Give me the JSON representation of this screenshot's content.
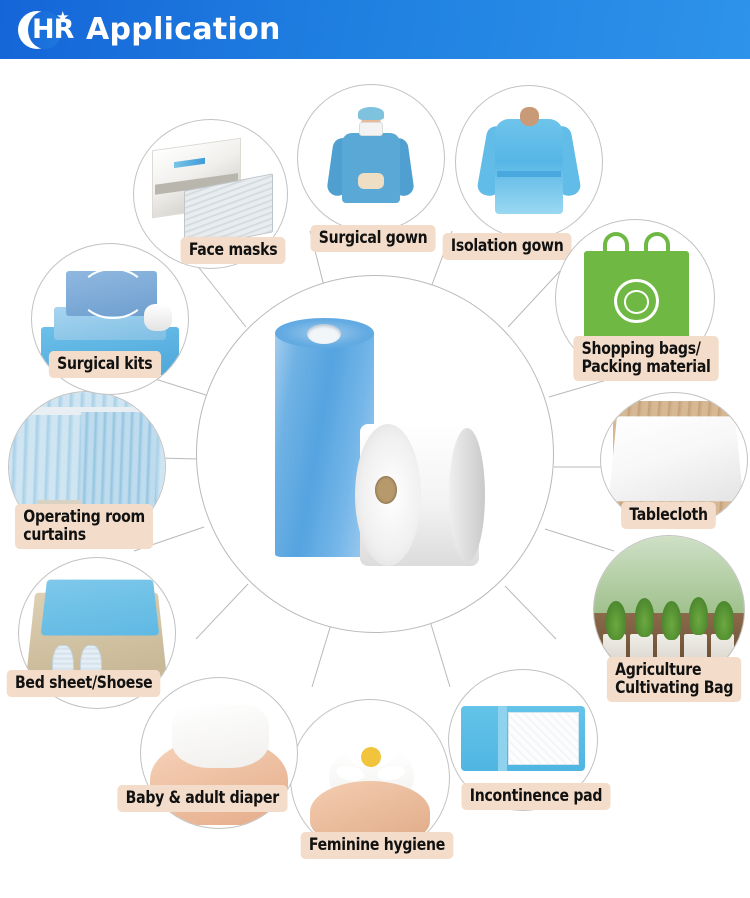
{
  "header": {
    "logo_text": "HR",
    "logo_icon": "crescent-hr-star-logo",
    "title": "Application"
  },
  "center": {
    "name": "nonwoven-fabric-rolls",
    "items": [
      "blue-nonwoven-roll",
      "white-nonwoven-roll"
    ]
  },
  "nodes": [
    {
      "id": "face-masks",
      "label": "Face masks",
      "photo": "face-mask-box-and-stack"
    },
    {
      "id": "surgical-gown",
      "label": "Surgical gown",
      "photo": "doctor-in-blue-surgical-gown"
    },
    {
      "id": "isolation-gown",
      "label": "Isolation gown",
      "photo": "person-in-blue-isolation-gown"
    },
    {
      "id": "shopping-bags",
      "label": "Shopping bags/\nPacking material",
      "photo": "green-nonwoven-shopping-bag"
    },
    {
      "id": "tablecloth",
      "label": "Tablecloth",
      "photo": "white-tablecloth-on-wooden-table"
    },
    {
      "id": "agriculture-bag",
      "label": "Agriculture\nCultivating Bag",
      "photo": "seedlings-in-cultivating-bags"
    },
    {
      "id": "incontinence-pad",
      "label": "Incontinence pad",
      "photo": "blue-underpad"
    },
    {
      "id": "feminine-hygiene",
      "label": "Feminine hygiene",
      "photo": "sanitary-pad-with-daisy"
    },
    {
      "id": "baby-adult-diaper",
      "label": "Baby & adult diaper",
      "photo": "baby-wearing-diaper"
    },
    {
      "id": "bed-sheet-shoese",
      "label": "Bed sheet/Shoese",
      "photo": "blue-bed-sheet-and-shoe-covers"
    },
    {
      "id": "operating-room-curtains",
      "label": "Operating room\ncurtains",
      "photo": "hospital-blue-curtains"
    },
    {
      "id": "surgical-kits",
      "label": "Surgical kits",
      "photo": "stacked-blue-surgical-drapes"
    }
  ],
  "colors": {
    "header_gradient_start": "#1565d8",
    "header_gradient_end": "#2e93ea",
    "label_background": "#f3ddca",
    "label_text": "#111111",
    "node_border": "#c2c2c2",
    "spoke_line": "#b9b9b9"
  }
}
